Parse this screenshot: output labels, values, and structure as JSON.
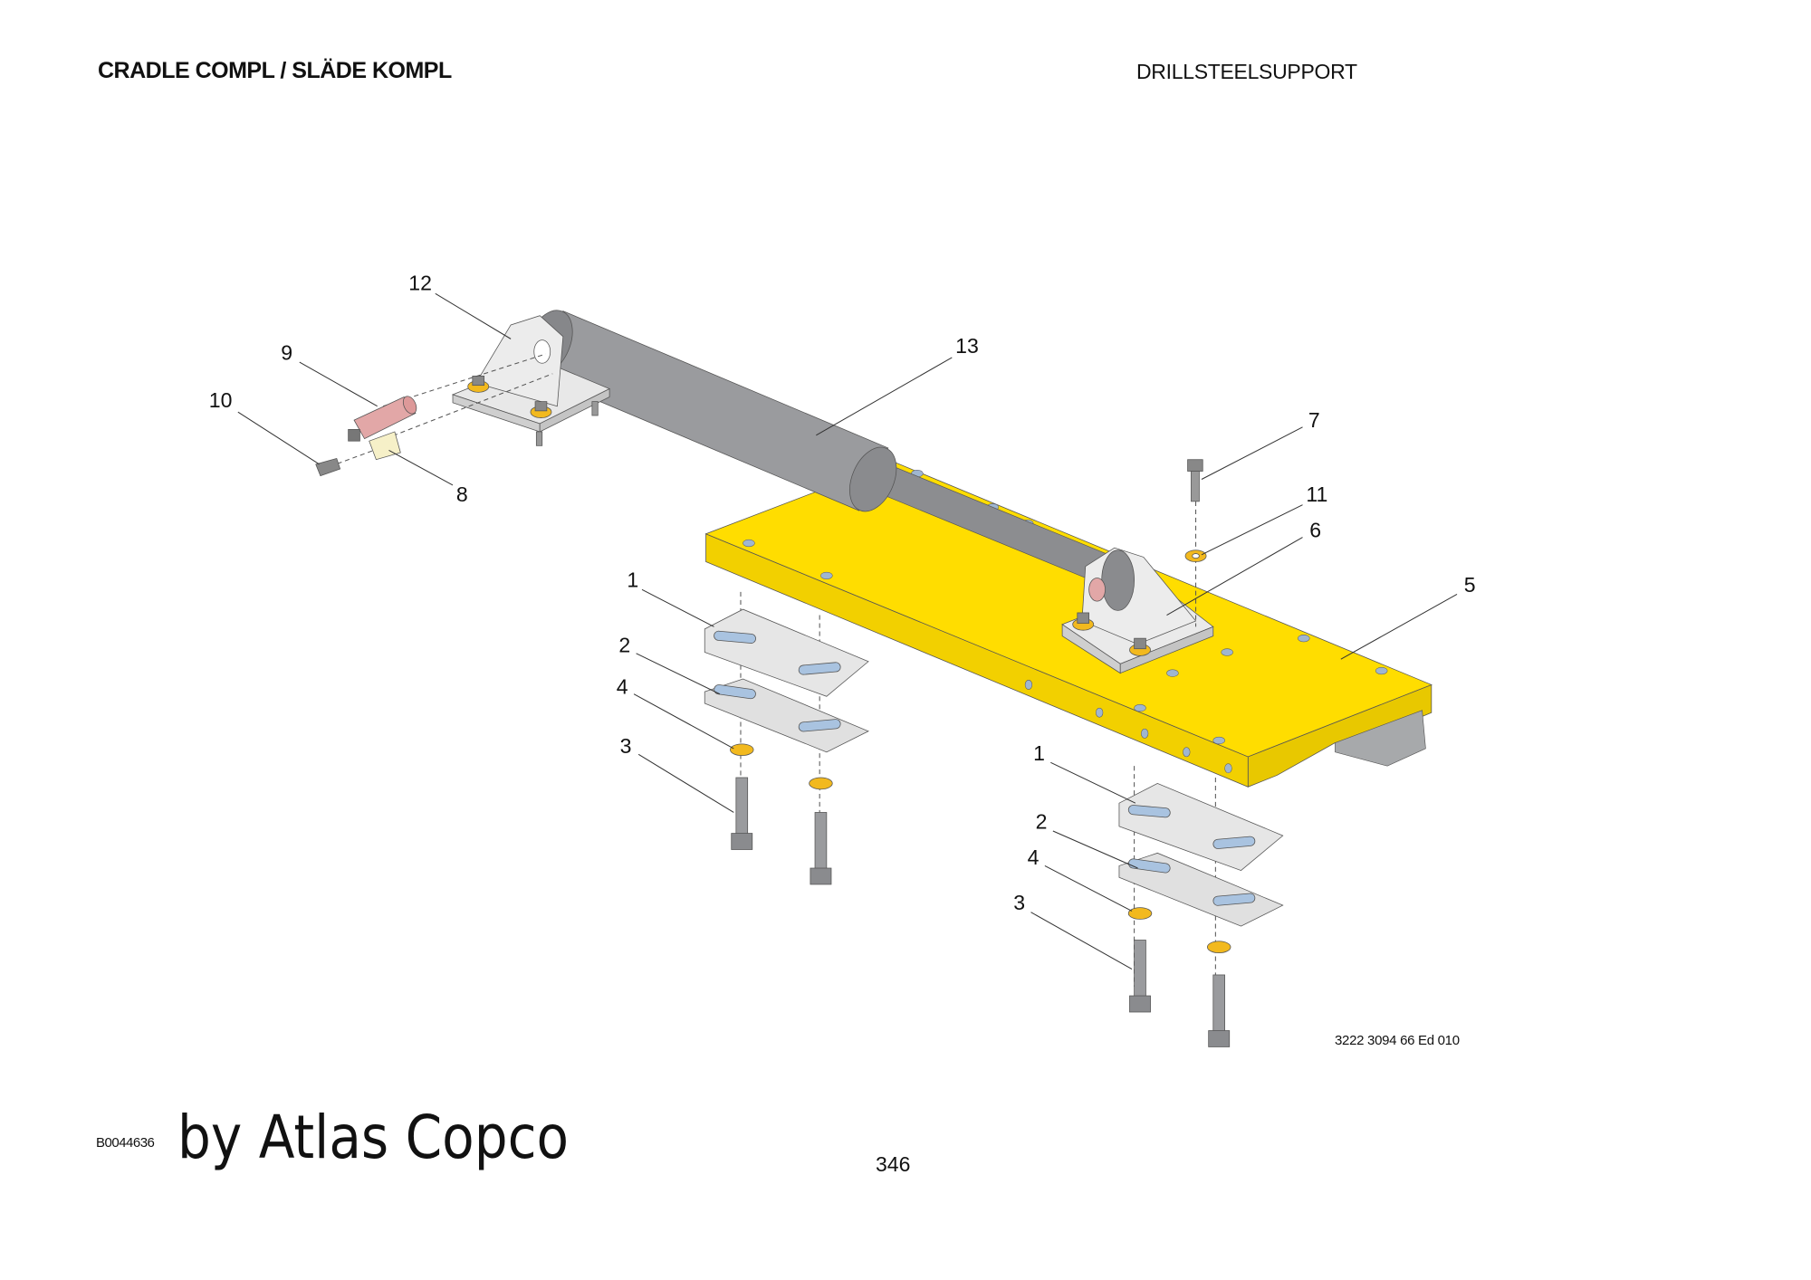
{
  "header": {
    "title": "CRADLE COMPL / SLÄDE KOMPL",
    "section": "DRILLSTEELSUPPORT"
  },
  "diagram": {
    "callouts": {
      "c12": "12",
      "c9": "9",
      "c10": "10",
      "c8": "8",
      "c13": "13",
      "c7": "7",
      "c11": "11",
      "c6": "6",
      "c5": "5",
      "c1a": "1",
      "c2a": "2",
      "c4a": "4",
      "c3a": "3",
      "c1b": "1",
      "c2b": "2",
      "c4b": "4",
      "c3b": "3"
    },
    "colors": {
      "plate": "#FFDD00",
      "cylinder": "#9A9B9E",
      "washer": "#F2B91E",
      "bracket": "#E6E6E6",
      "pin": "#E2A7A7"
    }
  },
  "footer": {
    "doc_number": "3222 3094 66 Ed 010",
    "image_id": "B0044636",
    "brand": "by Atlas Copco",
    "page": "346"
  }
}
